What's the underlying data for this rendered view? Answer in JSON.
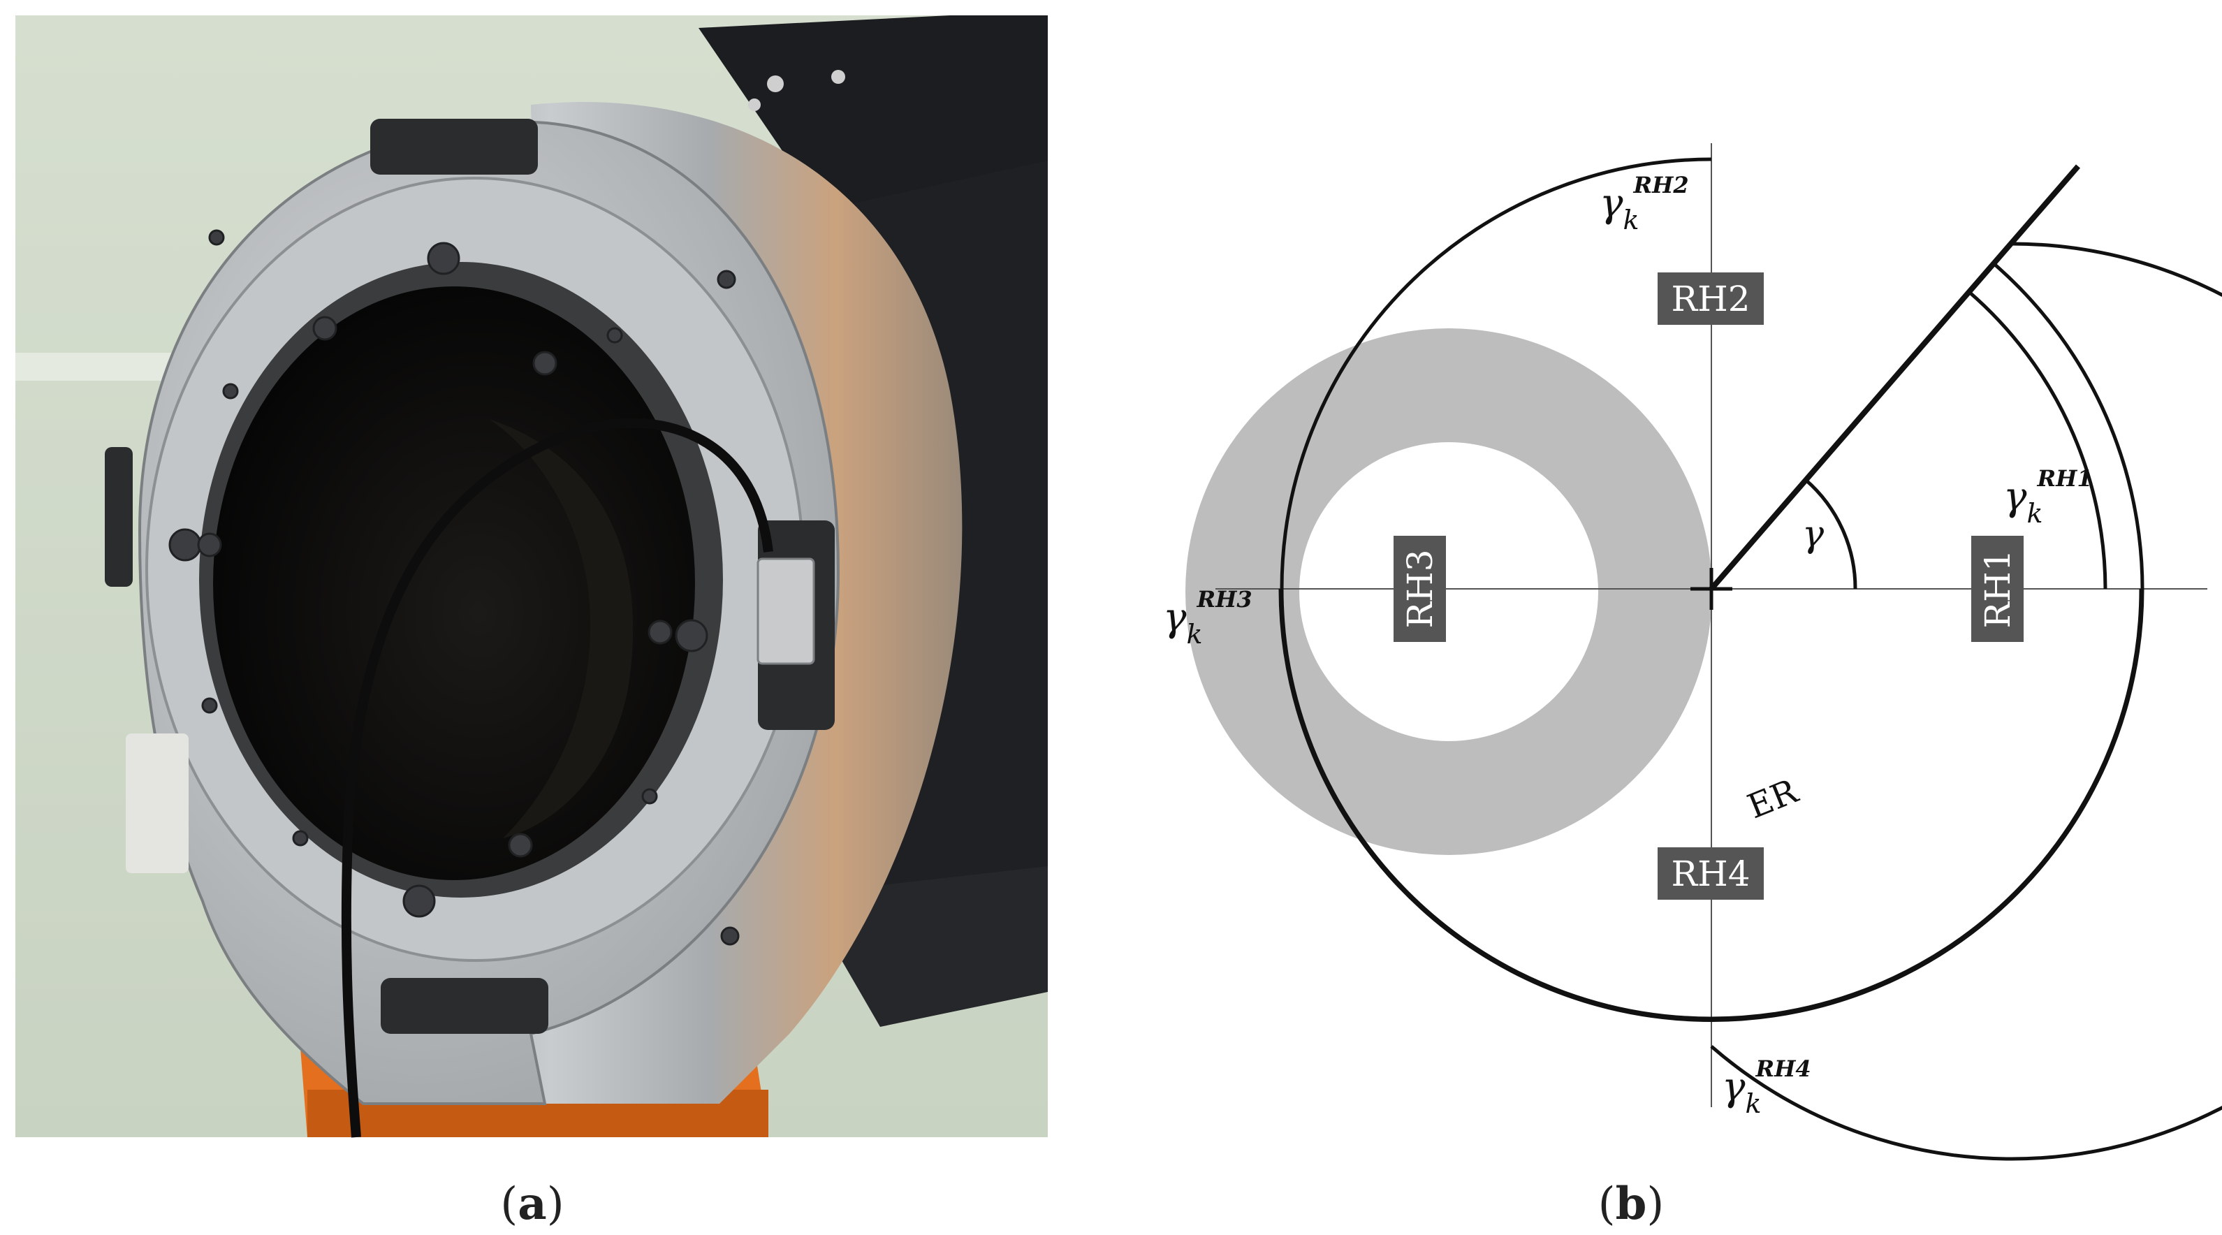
{
  "panel_a": {
    "caption_letter": "a"
  },
  "panel_b": {
    "caption_letter": "b",
    "head_labels": {
      "rh1": "RH1",
      "rh2": "RH2",
      "rh3": "RH3",
      "rh4": "RH4"
    },
    "ring_label": "ER",
    "angle_label": "γ",
    "gamma_symbol": "γ",
    "gamma_subscript": "k",
    "gamma_superscripts": {
      "rh1": "RH1",
      "rh2": "RH2",
      "rh3": "RH3",
      "rh4": "RH4"
    }
  },
  "colors": {
    "ring": "#bdbdbd",
    "head_box": "#555555",
    "line": "#111111",
    "background": "#ffffff"
  }
}
